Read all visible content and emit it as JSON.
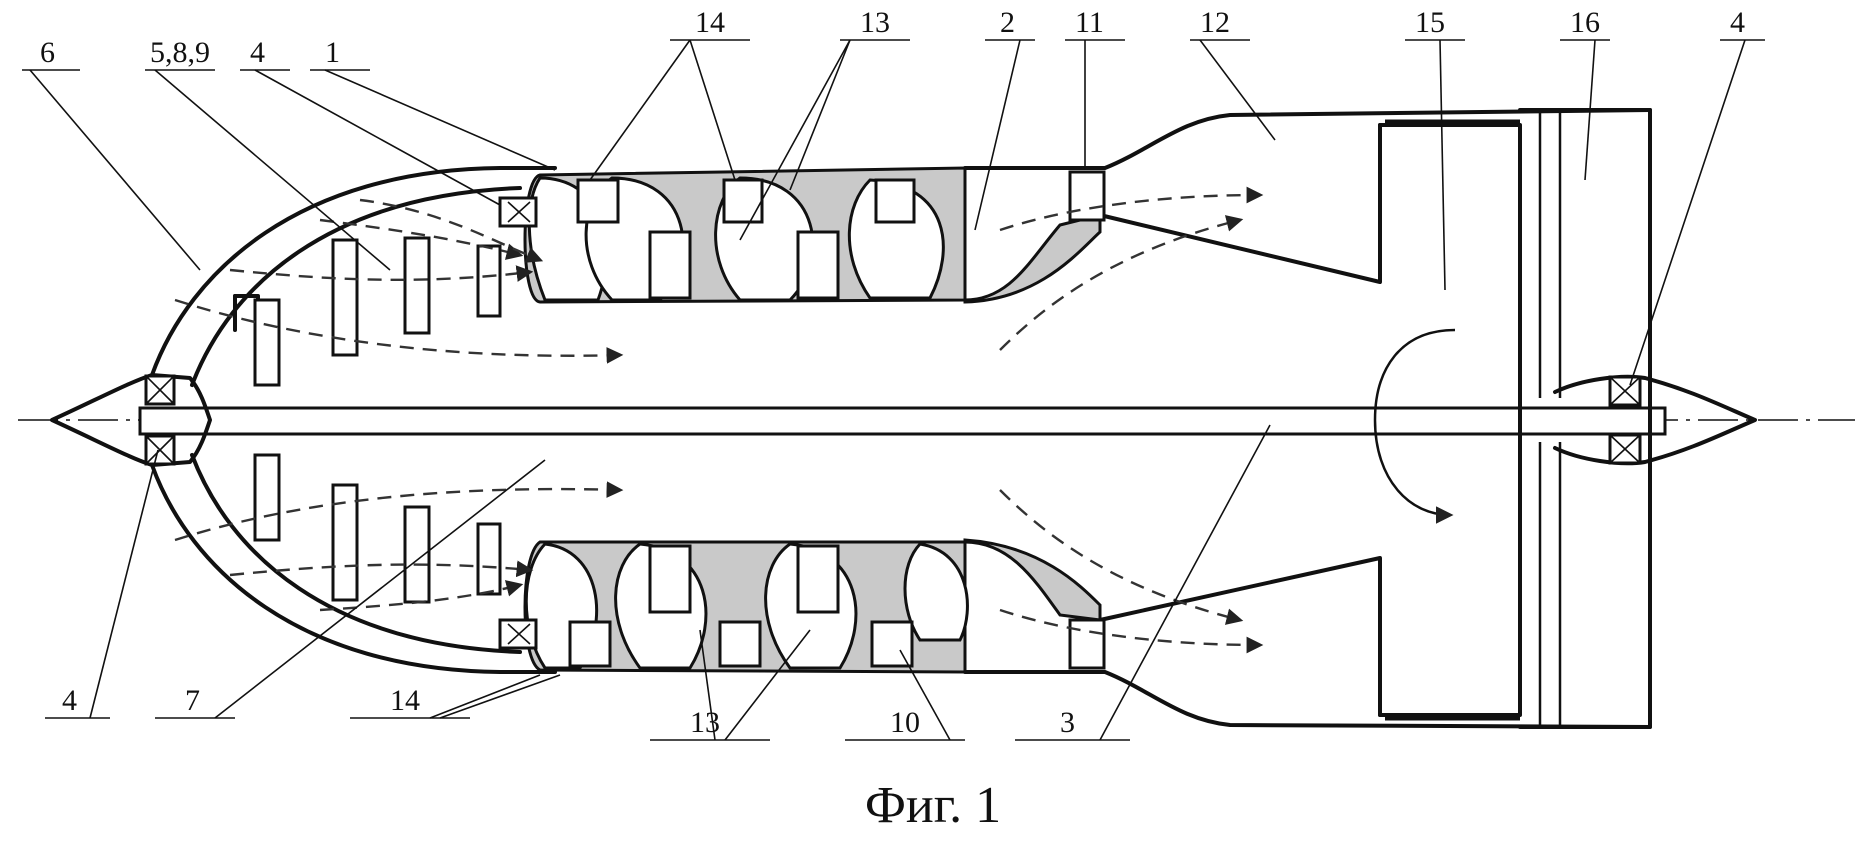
{
  "figure": {
    "caption": "Фиг. 1",
    "labels": {
      "l6": "6",
      "l589": "5,8,9",
      "l4a": "4",
      "l1": "1",
      "l14a": "14",
      "l13a": "13",
      "l2": "2",
      "l11": "11",
      "l12": "12",
      "l15": "15",
      "l16": "16",
      "l4b": "4",
      "l4c": "4",
      "l7": "7",
      "l14b": "14",
      "l13b": "13",
      "l10": "10",
      "l3": "3"
    }
  }
}
